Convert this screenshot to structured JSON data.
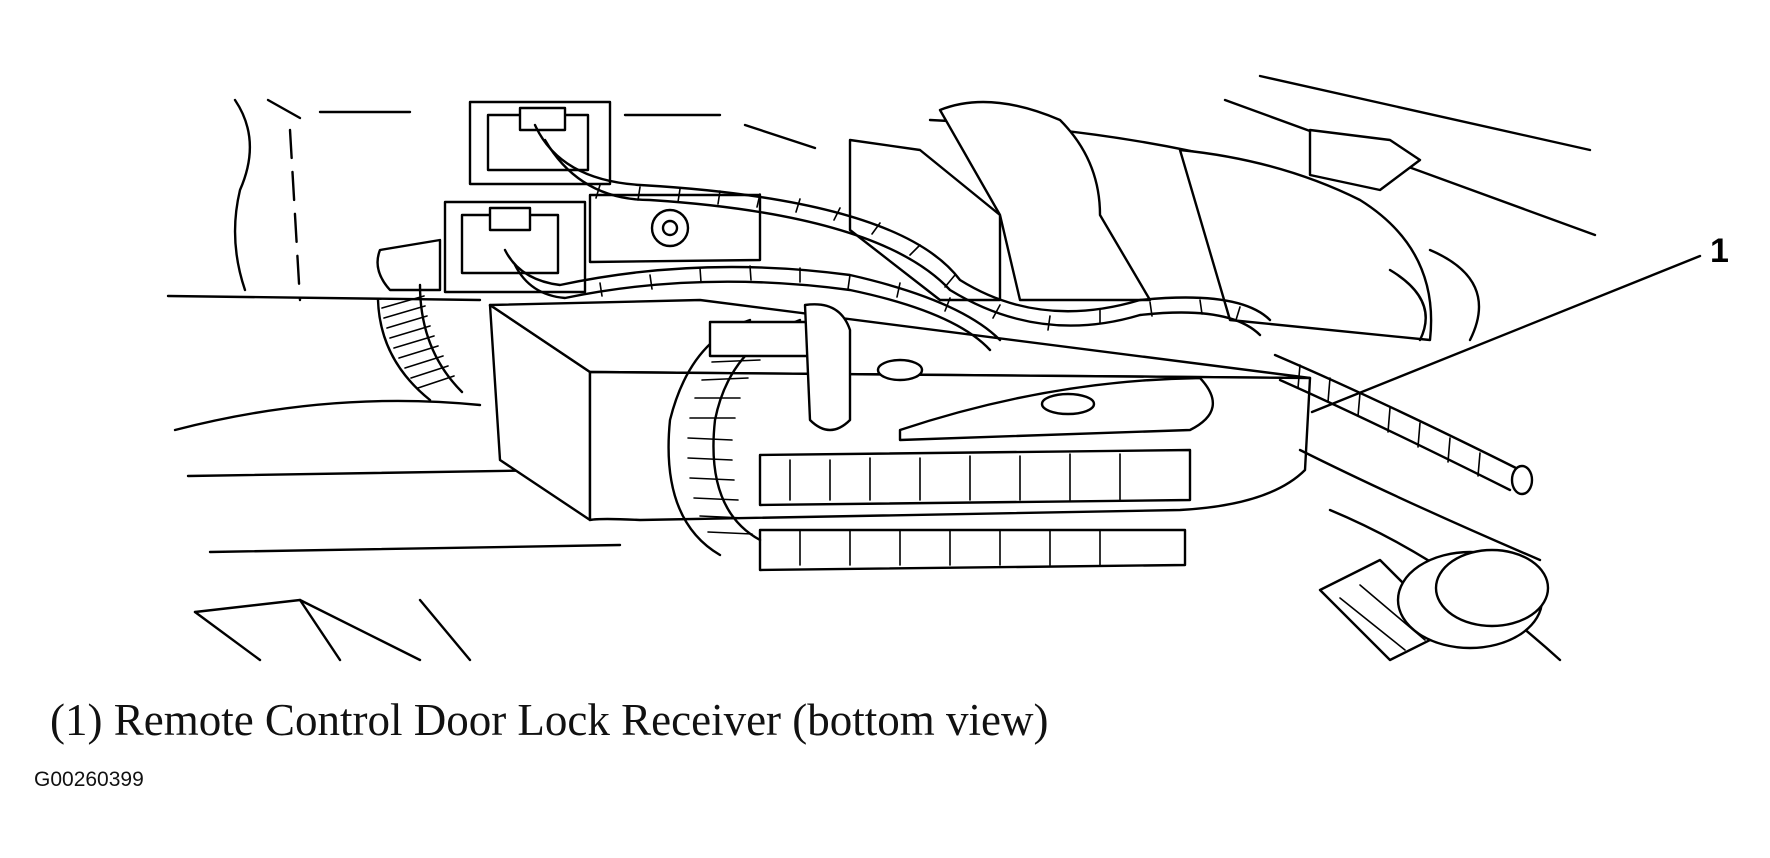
{
  "callout": {
    "number": "1"
  },
  "caption": {
    "text": "(1) Remote Control Door Lock Receiver (bottom view)"
  },
  "figure": {
    "id": "G00260399"
  },
  "icons": {
    "main": "door-lock-receiver-line-drawing"
  },
  "colors": {
    "ink": "#000000",
    "background": "#ffffff"
  }
}
